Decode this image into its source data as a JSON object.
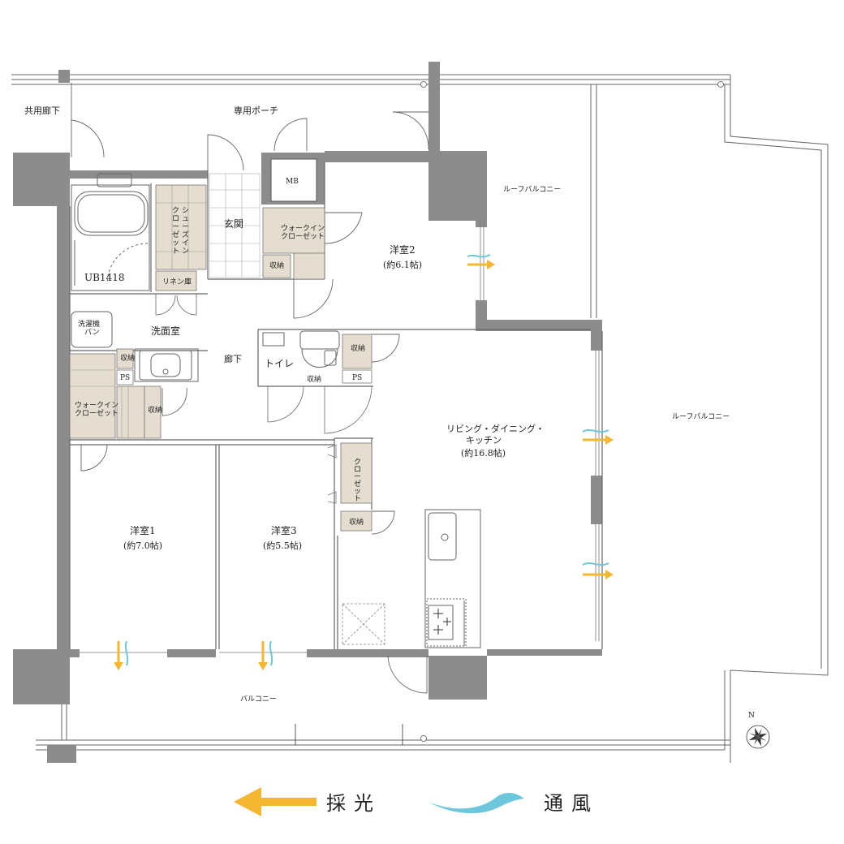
{
  "rooms": {
    "common_corridor": "共用廊下",
    "private_porch": "専用ポーチ",
    "mb": "MB",
    "roof_balcony_north": "ルーフバルコニー",
    "roof_balcony_east": "ルーフバルコニー",
    "genkan": "玄関",
    "shoes_closet_lines": [
      "シ",
      "ュ",
      "ー",
      "ズ",
      "イ",
      "ン"
    ],
    "shoes_closet_lines2": [
      "ク",
      "ロ",
      "ー",
      "ゼ",
      "ッ",
      "ト"
    ],
    "wic_top_1": "ウォークイン",
    "wic_top_2": "クローゼット",
    "storage": "収納",
    "western2_name": "洋室2",
    "western2_size": "(約6.1帖)",
    "ub": "UB1418",
    "linen": "リネン庫",
    "washer_pan_1": "洗濯機",
    "washer_pan_2": "パン",
    "washroom": "洗面室",
    "corridor": "廊下",
    "toilet": "トイレ",
    "ps": "PS",
    "wic_left_1": "ウォークイン",
    "wic_left_2": "クローゼット",
    "ldk_1": "リビング・ダイニング・",
    "ldk_2": "キッチン",
    "ldk_size": "(約16.8帖)",
    "closet_v": [
      "ク",
      "ロ",
      "ー",
      "ゼ",
      "ッ",
      "ト"
    ],
    "western1_name": "洋室1",
    "western1_size": "(約7.0帖)",
    "western3_name": "洋室3",
    "western3_size": "(約5.5帖)",
    "balcony": "バルコニー",
    "compass_n": "N"
  },
  "legend": {
    "light": "採光",
    "wind": "通風"
  },
  "colors": {
    "wall": "#8c8c8c",
    "storage_fill": "#e4ddd0",
    "light_arrow": "#f5b731",
    "wind_wave": "#6cc7dc",
    "line": "#555555"
  }
}
